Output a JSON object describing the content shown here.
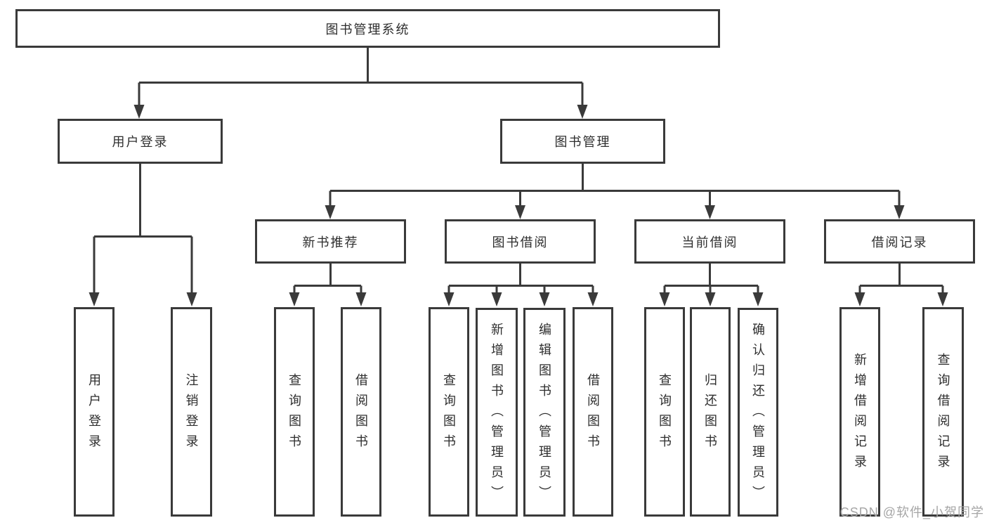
{
  "diagram": {
    "title": "图书管理系统",
    "colors": {
      "line": "#3a3a3a",
      "box_border": "#3a3a3a",
      "box_background": "#ffffff",
      "text": "#2e2e2e",
      "watermark": "#a6a6a6"
    },
    "nodes": {
      "root": "图书管理系统",
      "user_login": "用户登录",
      "book_mgmt": "图书管理",
      "new_book_rec": "新书推荐",
      "book_borrow": "图书借阅",
      "current_borrow": "当前借阅",
      "borrow_record": "借阅记录",
      "ul_user_login": "用户登录",
      "ul_logout": "注销登录",
      "nb_query_book": "查询图书",
      "nb_borrow_book": "借阅图书",
      "bb_query_book": "查询图书",
      "bb_add_book": "新增图书（管理员）",
      "bb_edit_book": "编辑图书（管理员）",
      "bb_borrow_book": "借阅图书",
      "cb_query_book": "查询图书",
      "cb_return_book": "归还图书",
      "cb_confirm_return": "确认归还（管理员）",
      "br_add_record": "新增借阅记录",
      "br_query_record": "查询借阅记录"
    },
    "tree": {
      "图书管理系统": {
        "用户登录": [
          "用户登录",
          "注销登录"
        ],
        "图书管理": {
          "新书推荐": [
            "查询图书",
            "借阅图书"
          ],
          "图书借阅": [
            "查询图书",
            "新增图书（管理员）",
            "编辑图书（管理员）",
            "借阅图书"
          ],
          "当前借阅": [
            "查询图书",
            "归还图书",
            "确认归还（管理员）"
          ],
          "借阅记录": [
            "新增借阅记录",
            "查询借阅记录"
          ]
        }
      }
    },
    "watermark": "CSDN @软件_小贺同学"
  }
}
